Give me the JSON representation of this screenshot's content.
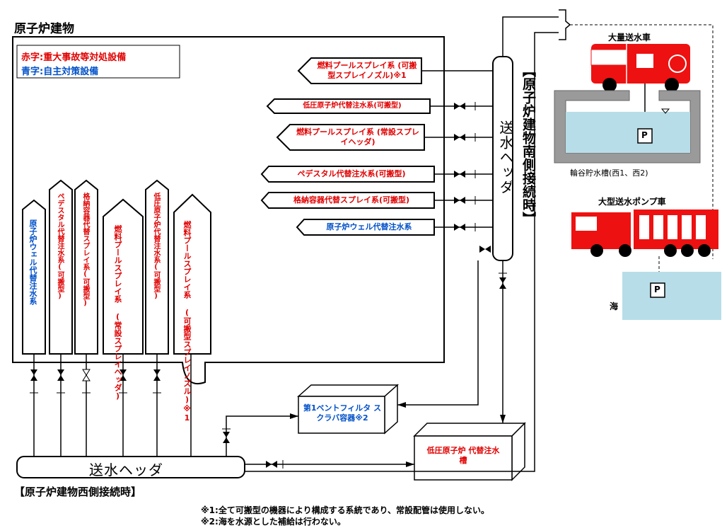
{
  "building_title": "原子炉建物",
  "legend": {
    "red": "赤字:重大事故等対処設備",
    "blue": "青字:自主対策設備"
  },
  "right_systems": [
    {
      "label": "燃料プールスプレイ系 (可搬型スプレイノズル)※1",
      "color": "red"
    },
    {
      "label": "低圧原子炉代替注水系(可搬型)",
      "color": "red"
    },
    {
      "label": "燃料プールスプレイ系 (常設スプレイヘッダ)",
      "color": "red"
    },
    {
      "label": "ペデスタル代替注水系(可搬型)",
      "color": "red"
    },
    {
      "label": "格納容器代替スプレイ系(可搬型)",
      "color": "red"
    },
    {
      "label": "原子炉ウェル代替注水系",
      "color": "blue"
    }
  ],
  "bottom_systems": [
    {
      "label": "原子炉ウェル代替注水系",
      "color": "blue"
    },
    {
      "label": "ペデスタル代替注水系(可搬型)",
      "color": "red"
    },
    {
      "label": "格納容器代替スプレイ系(可搬型)",
      "color": "red"
    },
    {
      "label": "燃料プールスプレイ系 (常設スプレイヘッダ)",
      "color": "red"
    },
    {
      "label": "低圧原子炉代替注水系(可搬型)",
      "color": "red"
    },
    {
      "label": "燃料プールスプレイ系 (可搬型スプレイノズル)※1",
      "color": "red"
    }
  ],
  "header_vertical": "送水ヘッダ",
  "header_horizontal": "送水ヘッダ",
  "south_connection": "【原子炉建物南側接続時】",
  "west_connection": "【原子炉建物西側接続時】",
  "filter_vent": "第1ベントフィルタ スクラバ容器※2",
  "low_pressure_tank": "低圧原子炉 代替注水槽",
  "fire_truck": "大量送水車",
  "pump_truck": "大型送水ポンプ車",
  "reservoir": "輪谷貯水槽(西1、西2)",
  "sea": "海",
  "pump_symbol": "P",
  "notes": [
    "※1:全て可搬型の機器により構成する系統であり、常設配管は使用しない。",
    "※2:海を水源とした補給は行わない。"
  ],
  "colors": {
    "red": "#e00000",
    "blue": "#0050c8",
    "water": "#b7dde8",
    "truck": "#ee1111"
  }
}
